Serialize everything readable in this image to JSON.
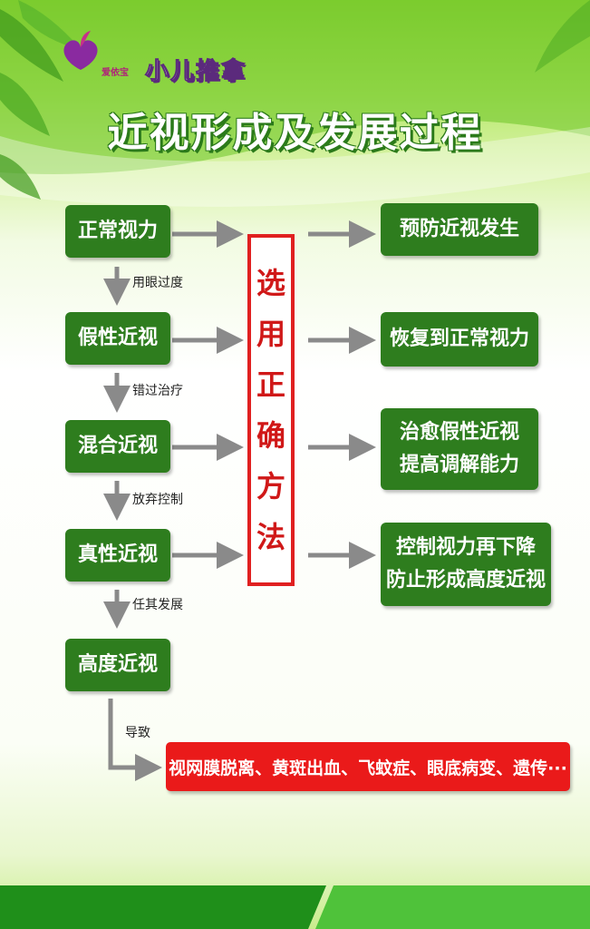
{
  "header": {
    "brand": "爱依宝",
    "logo_text": "小儿推拿",
    "title": "近视形成及发展过程"
  },
  "stages": [
    {
      "label": "正常视力"
    },
    {
      "label": "假性近视"
    },
    {
      "label": "混合近视"
    },
    {
      "label": "真性近视"
    },
    {
      "label": "高度近视"
    }
  ],
  "transitions": [
    "用眼过度",
    "错过治疗",
    "放弃控制",
    "任其发展"
  ],
  "method": {
    "chars": [
      "选",
      "用",
      "正",
      "确",
      "方",
      "法"
    ]
  },
  "outcomes": [
    {
      "lines": [
        "预防近视发生"
      ]
    },
    {
      "lines": [
        "恢复到正常视力"
      ]
    },
    {
      "lines": [
        "治愈假性近视",
        "提高调解能力"
      ]
    },
    {
      "lines": [
        "控制视力再下降",
        "防止形成高度近视"
      ]
    }
  ],
  "consequence": {
    "label": "导致",
    "text": "视网膜脱离、黄斑出血、飞蚊症、眼底病变、遗传···"
  },
  "colors": {
    "stage_green": "#2e7d1e",
    "method_red": "#e02020",
    "consequence_red": "#ea1a1a",
    "arrow_gray": "#8a8a8a"
  }
}
